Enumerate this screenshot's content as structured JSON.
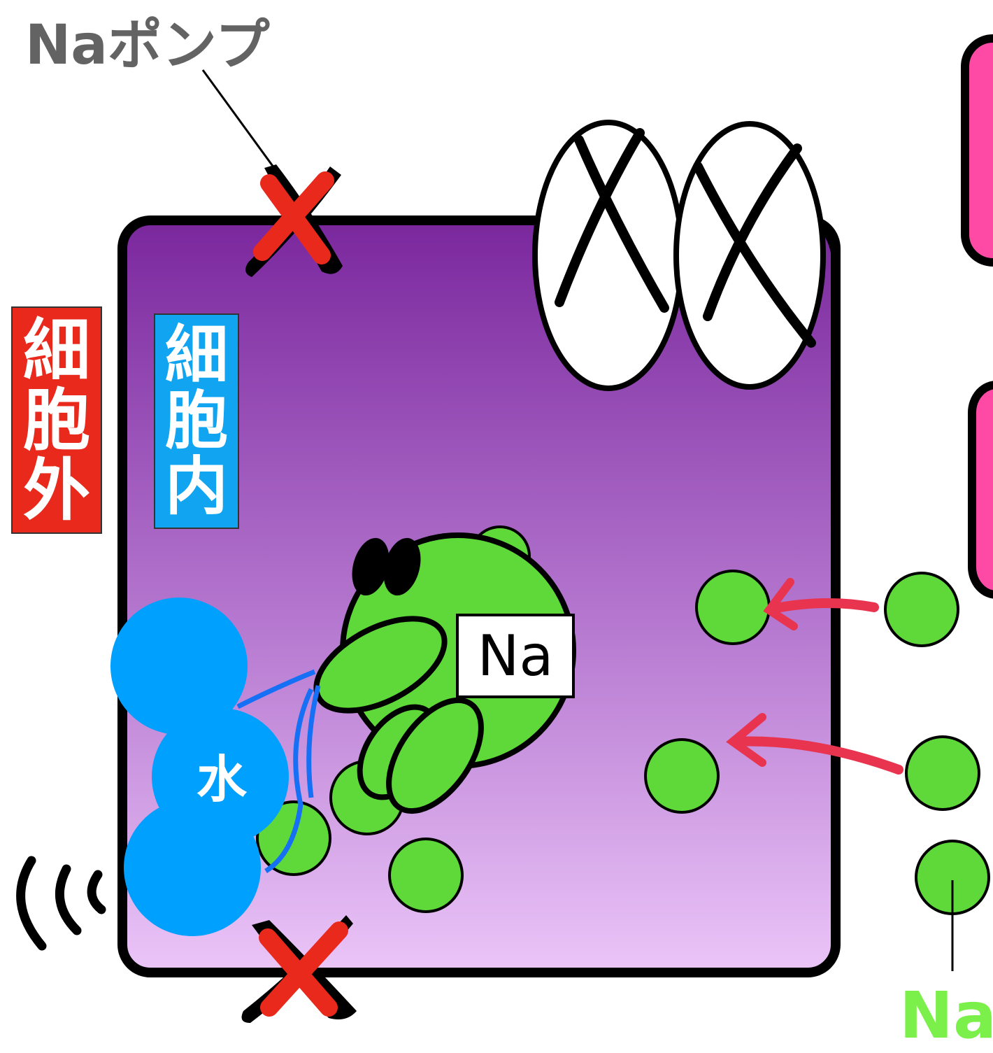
{
  "labels": {
    "pump": "Naポンプ",
    "outside_chars": [
      "細",
      "胞",
      "外"
    ],
    "inside_chars": [
      "細",
      "胞",
      "内"
    ],
    "na_tag": "Na",
    "water": "水",
    "na_bottom": "Na"
  },
  "colors": {
    "cell_top": "#7a279d",
    "cell_bottom": "#ebc5f8",
    "outside_label": "#e8291c",
    "inside_label": "#11a4f0",
    "na_particle": "#5fd83a",
    "water": "#00a0ff",
    "pump_x": "#e8291c",
    "pink_box": "#ff4aa5",
    "arrow": "#e8344f",
    "na_text": "#7cf04a",
    "pump_text": "#636363"
  }
}
